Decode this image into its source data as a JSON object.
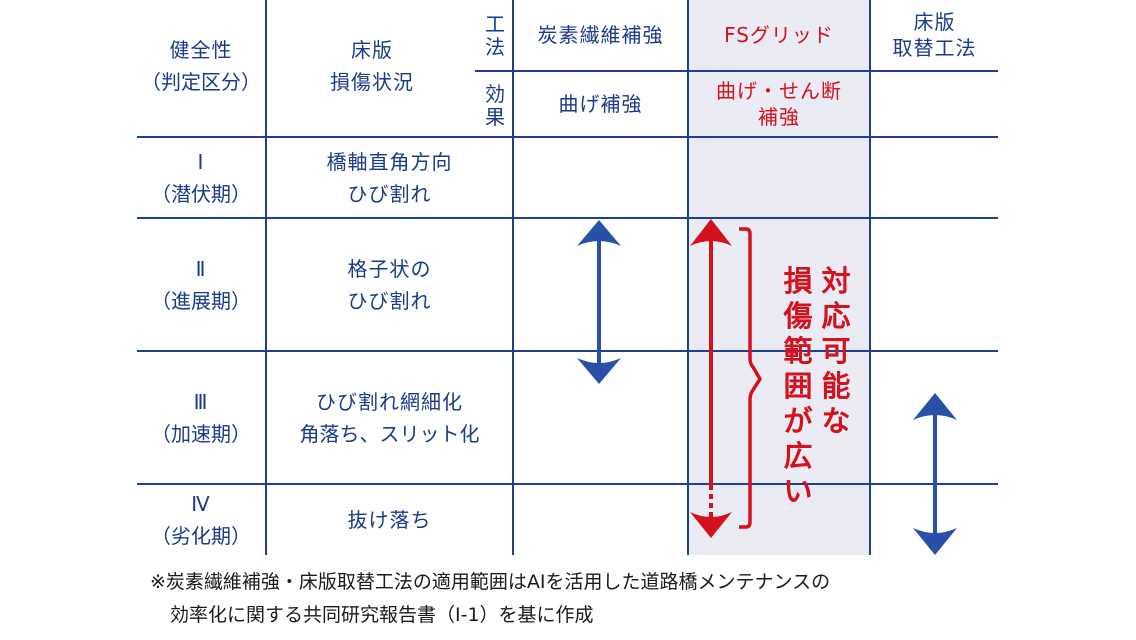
{
  "colors": {
    "line": "#1f3f8f",
    "text_blue": "#1b3a8a",
    "accent_red": "#d4111c",
    "fs_column_shade": "#ebebf4",
    "arrow_blue": "#2850a8"
  },
  "header": {
    "col_health": [
      "健全性",
      "（判定区分）"
    ],
    "col_damage": [
      "床版",
      "損傷状況"
    ],
    "label_method": [
      "工",
      "法"
    ],
    "label_effect": [
      "効",
      "果"
    ],
    "methods": [
      {
        "name": "炭素繊維補強",
        "effect": [
          "曲げ補強"
        ],
        "highlight": false
      },
      {
        "name": "FSグリッド",
        "effect": [
          "曲げ・せん断",
          "補強"
        ],
        "highlight": true
      },
      {
        "name": [
          "床版",
          "取替工法"
        ],
        "effect": [],
        "highlight": false
      }
    ]
  },
  "rows": [
    {
      "grade": "Ⅰ",
      "stage": "（潜伏期）",
      "damage": [
        "橋軸直角方向",
        "ひび割れ"
      ]
    },
    {
      "grade": "Ⅱ",
      "stage": "（進展期）",
      "damage": [
        "格子状の",
        "ひび割れ"
      ]
    },
    {
      "grade": "Ⅲ",
      "stage": "（加速期）",
      "damage": [
        "ひび割れ網細化",
        "角落ち、スリット化"
      ]
    },
    {
      "grade": "Ⅳ",
      "stage": "（劣化期）",
      "damage": [
        "抜け落ち"
      ]
    }
  ],
  "ranges": {
    "carbon_fiber": {
      "from": "Ⅱ",
      "to": "Ⅲ (upper part)"
    },
    "fs_grid": {
      "from": "Ⅱ",
      "to": "Ⅳ"
    },
    "slab_replacement": {
      "from": "Ⅲ (lower part)",
      "to": "Ⅳ"
    }
  },
  "annotation": {
    "col1": [
      "対",
      "応",
      "可",
      "能",
      "な"
    ],
    "col2": [
      "損",
      "傷",
      "範",
      "囲",
      "が",
      "広",
      "い"
    ],
    "text": "対応可能な損傷範囲が広い"
  },
  "footnote": [
    "※炭素繊維補強・床版取替工法の適用範囲はAIを活用した道路橋メンテナンスの",
    "効率化に関する共同研究報告書（Ⅰ-1）を基に作成"
  ]
}
